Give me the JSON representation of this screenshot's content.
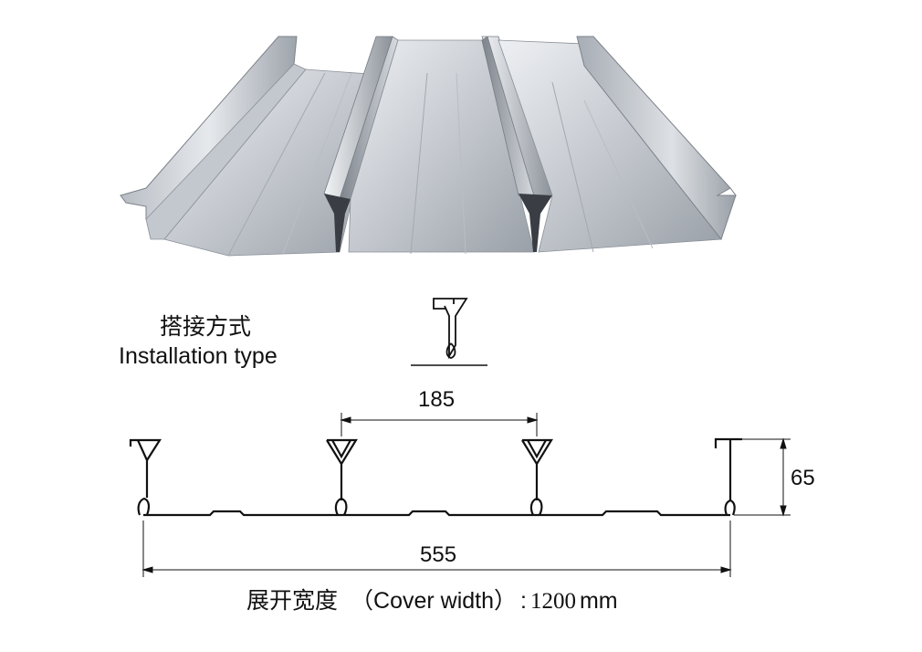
{
  "installation": {
    "label_cn": "搭接方式",
    "label_en": "Installation type"
  },
  "dimensions": {
    "rib_spacing": "185",
    "height": "65",
    "width": "555"
  },
  "cover_width": {
    "label_cn": "展开宽度",
    "label_en": "（Cover width）",
    "colon": ":",
    "value": "1200",
    "unit": "mm"
  }
}
